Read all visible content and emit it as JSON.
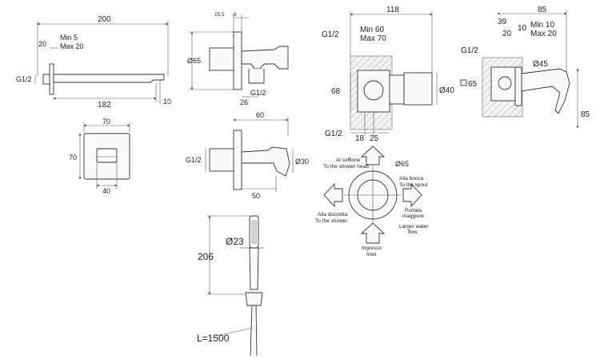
{
  "spout": {
    "len_200": "200",
    "len_20": "20",
    "min5": "Min 5",
    "max20": "Max 20",
    "g12": "G1/2",
    "len_182": "182",
    "len_10": "10"
  },
  "plate": {
    "w70": "70",
    "h70": "70",
    "w40": "40"
  },
  "holder_top": {
    "d255": "25,5",
    "d8": "8",
    "dia65": "Ø65",
    "d26": "26",
    "g12": "G1/2"
  },
  "holder_bottom": {
    "d60": "60",
    "g12": "G1/2",
    "dia30": "Ø30",
    "d50": "50"
  },
  "handshower": {
    "dia23": "Ø23",
    "len206": "206",
    "hose": "L=1500"
  },
  "valve": {
    "d118": "118",
    "min60": "Min 60",
    "max70": "Max 70",
    "g12_top": "G1/2",
    "d68": "68",
    "dia40": "Ø40",
    "g12_bot": "G1/2",
    "d18": "18",
    "d25": "25"
  },
  "mixer": {
    "d85": "85",
    "d39": "39",
    "d10": "10",
    "min10": "Min 10",
    "max20": "Max 20",
    "d20": "20",
    "g12": "G1/2",
    "dia45": "Ø45",
    "d65": "65",
    "d85v": "85"
  },
  "flow": {
    "dia65": "Ø65",
    "head_it": "Al soffione",
    "head_en": "To the shower head",
    "spout_it": "Alla bocca",
    "spout_en": "To the spout",
    "shower_it": "Alla doccetta",
    "shower_en": "To the shower",
    "large_1": "Portata",
    "large_2": "maggiore",
    "large_3": "Larger water",
    "large_4": "flow",
    "inlet_it": "Ingresso",
    "inlet_en": "Inlet"
  }
}
